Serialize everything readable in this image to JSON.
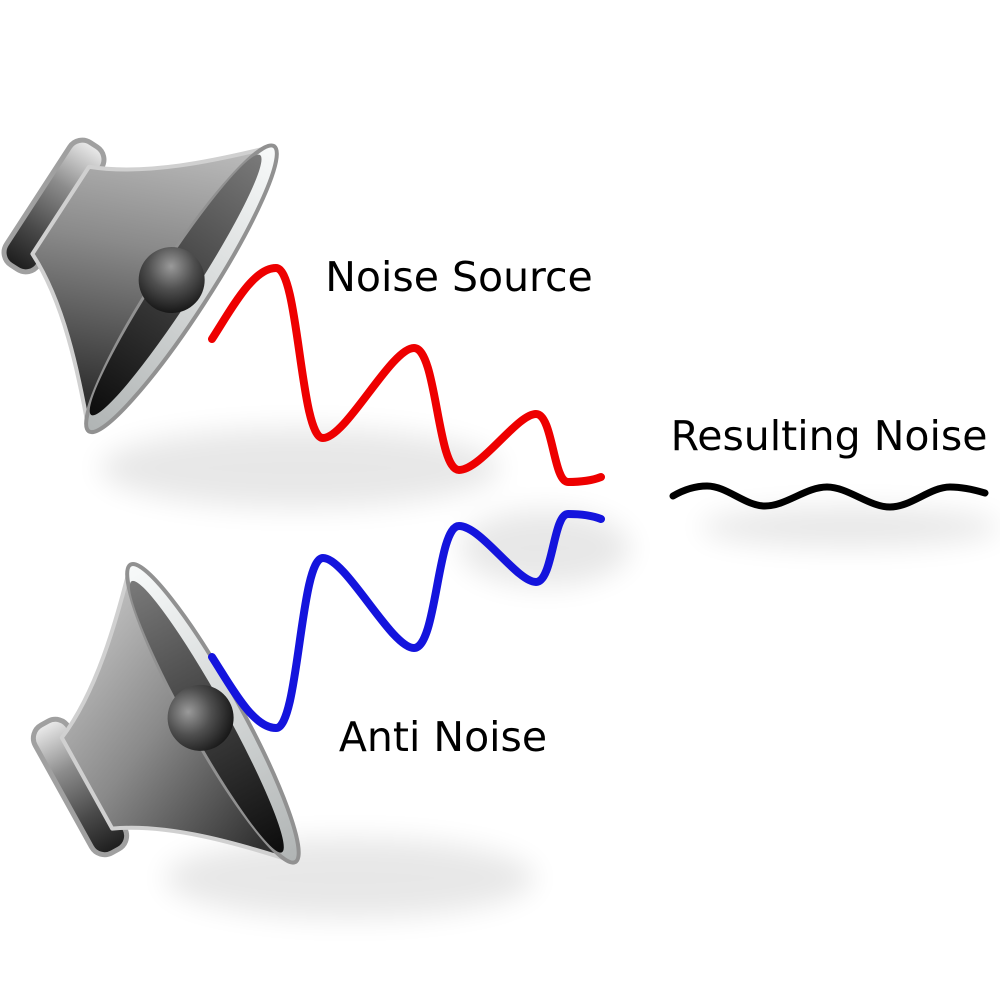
{
  "diagram": {
    "type": "active-noise-cancellation",
    "background_color": "#ffffff",
    "text_color": "#000000"
  },
  "labels": {
    "noise_source": "Noise Source",
    "anti_noise": "Anti Noise",
    "resulting_noise": "Resulting Noise"
  },
  "waves": {
    "noise_source": {
      "color": "#ee0000",
      "description": "large sine wave from top speaker"
    },
    "anti_noise": {
      "color": "#1414dd",
      "description": "inverted mirror sine wave from bottom speaker"
    },
    "resulting_noise": {
      "color": "#000000",
      "description": "small flat residual wave"
    }
  },
  "icons": {
    "top_speaker": "speaker-icon",
    "bottom_speaker": "speaker-icon"
  },
  "speaker_colors": {
    "body_light": "#ededed",
    "body_dark": "#1c1c1c",
    "rim_light": "#f8fafa",
    "dome_dark": "#0b0b0b"
  }
}
